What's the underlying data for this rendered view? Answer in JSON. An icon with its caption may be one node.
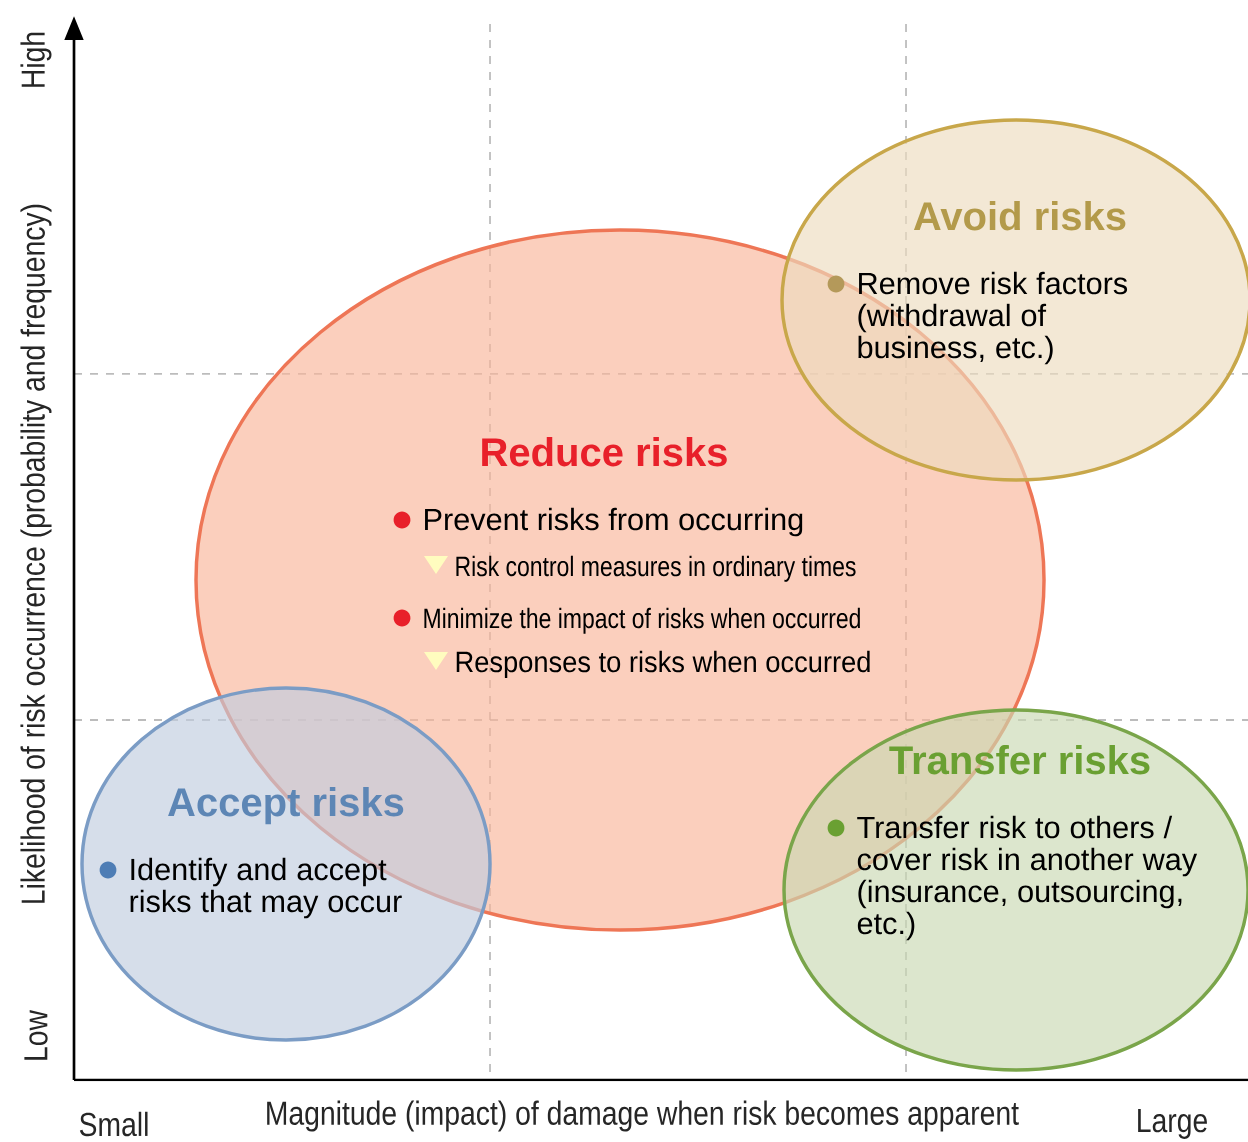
{
  "diagram": {
    "nodes": [
      {
        "text": [
          "Reduce risks",
          "Prevent risks from occurring",
          "Risk control measures in ordinary times",
          "Minimize the impact of risks when occurred",
          "Responses to risks when occurred"
        ]
      },
      {
        "text": [
          "Avoid risks",
          "Remove risk factors (withdrawal of business, etc.)"
        ]
      },
      {
        "text": [
          "Accept risks",
          "Identify and accept risks that may occur"
        ]
      },
      {
        "text": [
          "Transfer risks",
          "Transfer risk to others / cover risk in another way (insurance, outsourcing, etc.)"
        ]
      }
    ],
    "edges": [],
    "labels": [
      "High",
      "Likelihood of risk occurrence (probability and frequency)",
      "Low",
      "Small",
      "Magnitude (impact) of damage when risk becomes apparent",
      "Large"
    ]
  }
}
